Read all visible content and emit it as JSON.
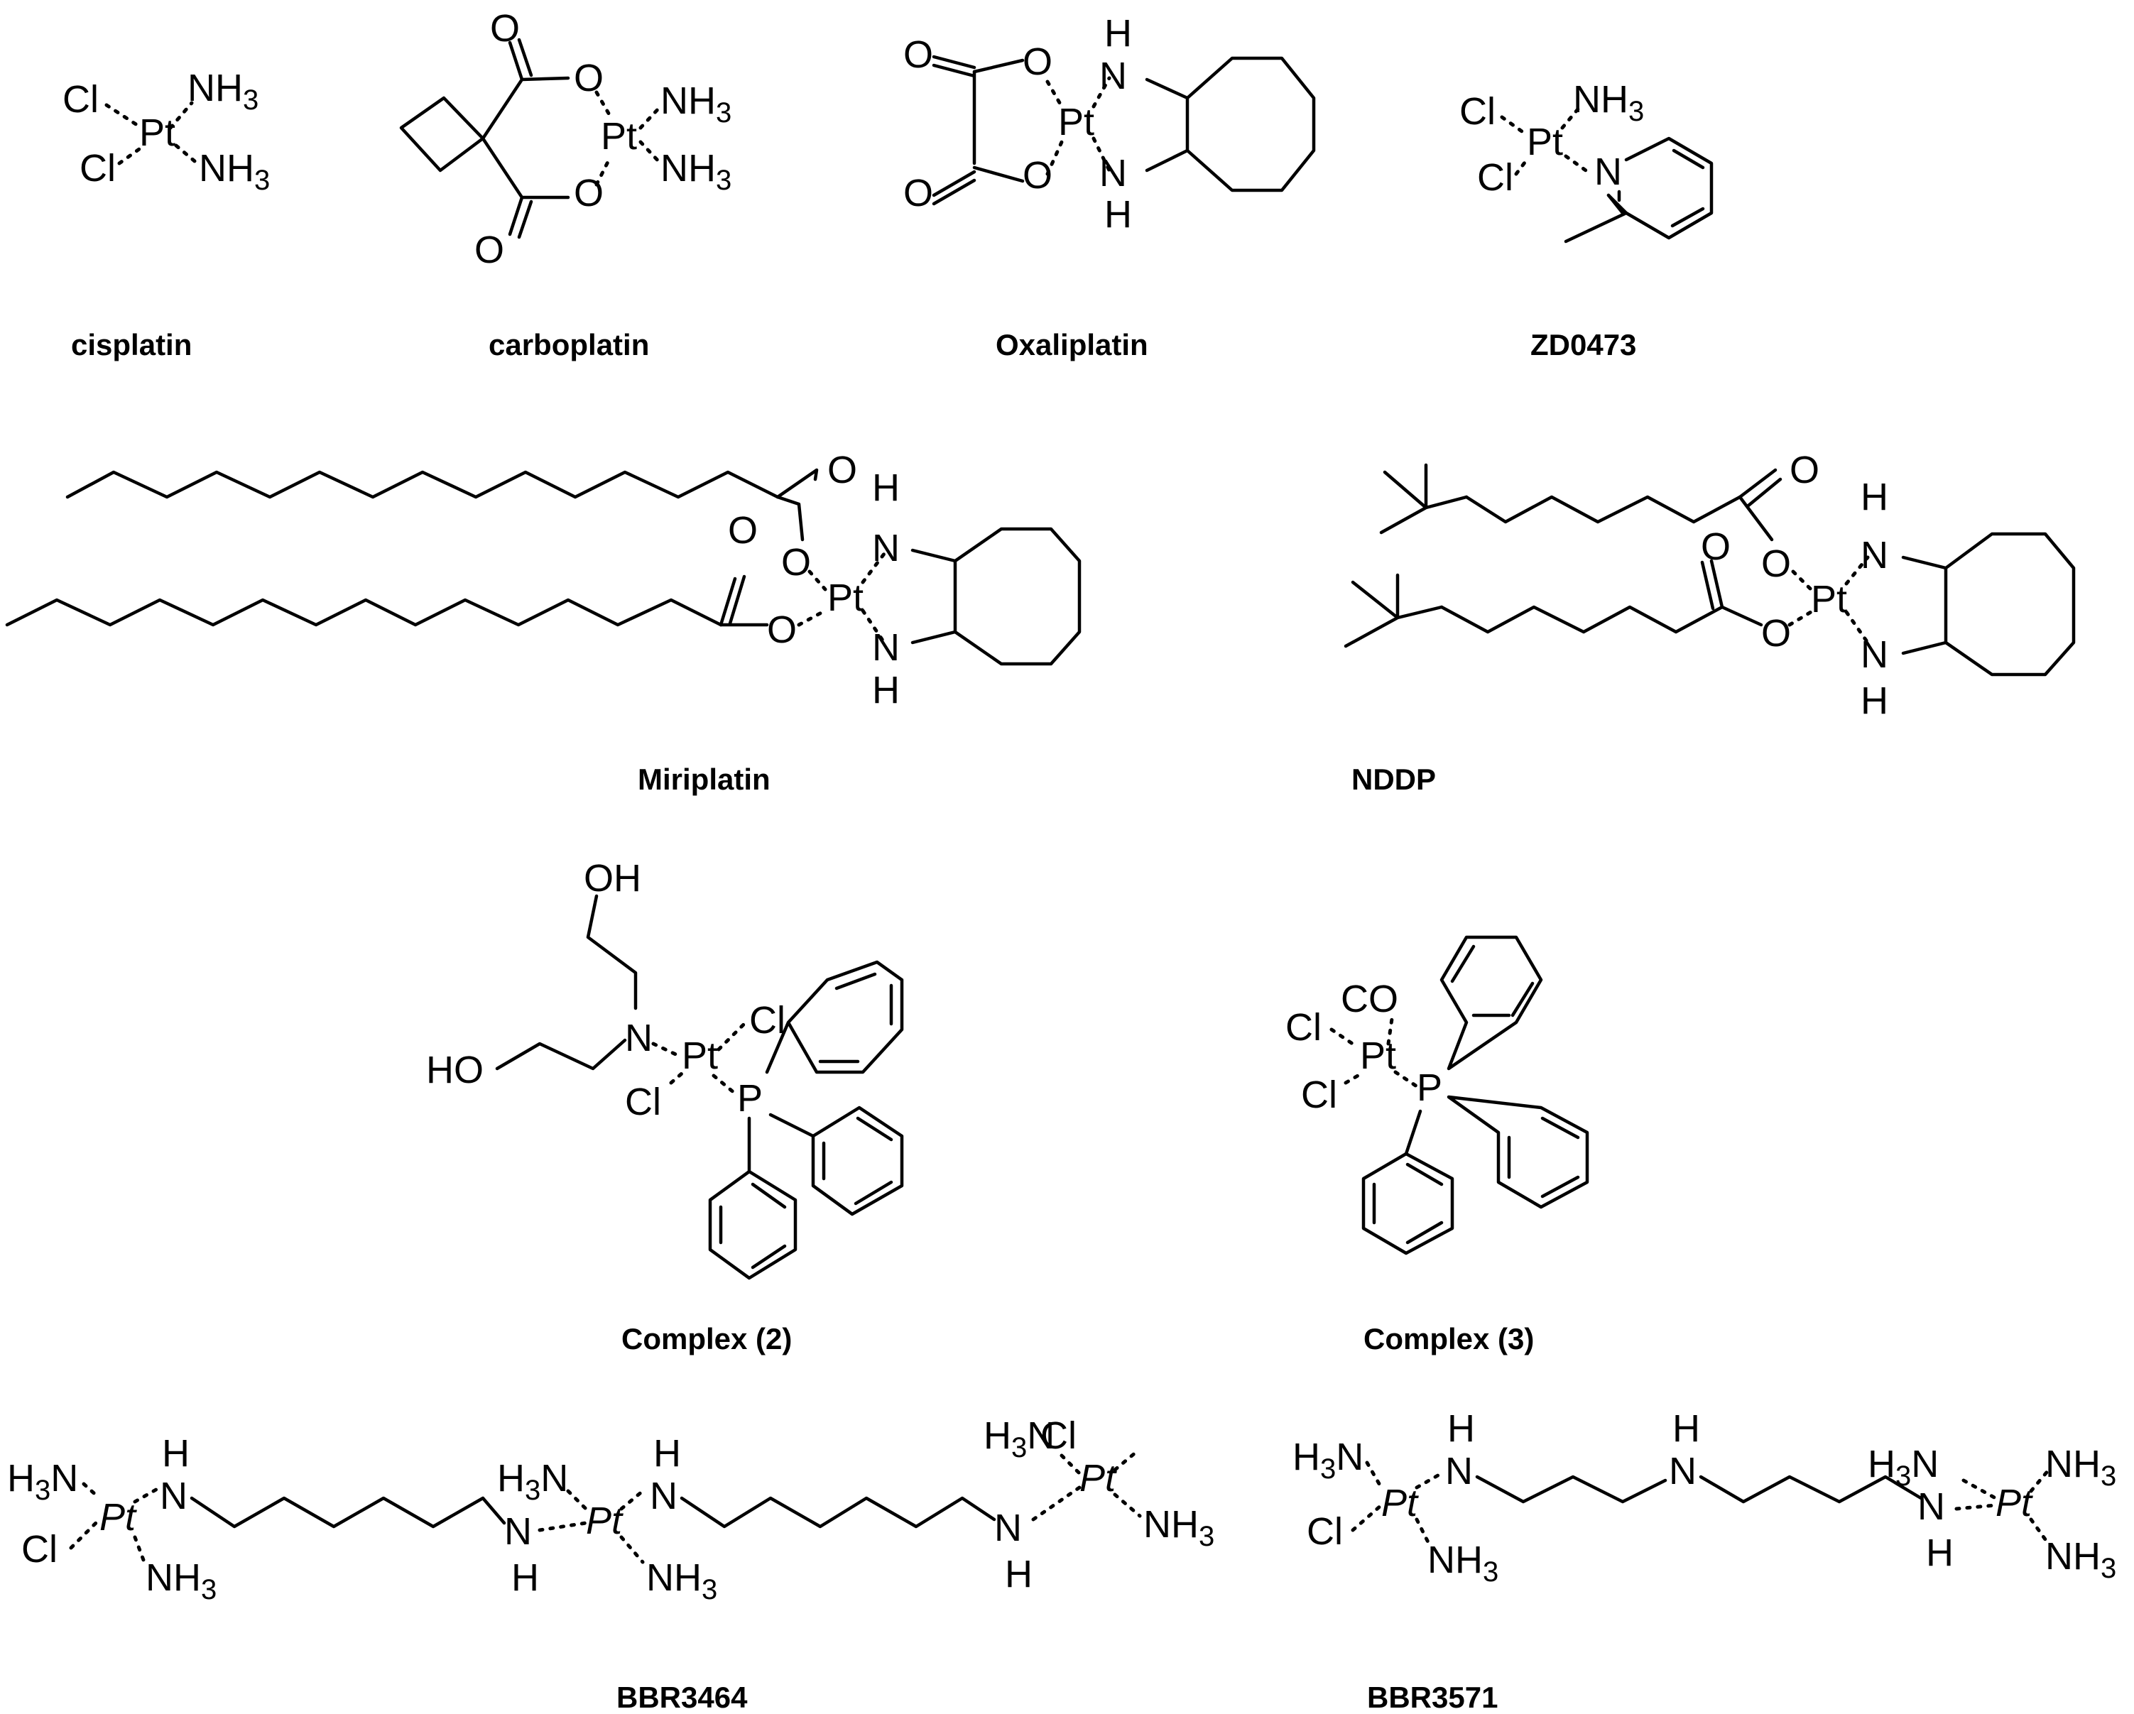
{
  "compounds": [
    {
      "key": "cisplatin",
      "name": "cisplatin"
    },
    {
      "key": "carboplatin",
      "name": "carboplatin"
    },
    {
      "key": "oxaliplatin",
      "name": "Oxaliplatin"
    },
    {
      "key": "zd0473",
      "name": "ZD0473"
    },
    {
      "key": "miriplatin",
      "name": "Miriplatin"
    },
    {
      "key": "nddp",
      "name": "NDDP"
    },
    {
      "key": "complex2",
      "name": "Complex  (2)"
    },
    {
      "key": "complex3",
      "name": "Complex  (3)"
    },
    {
      "key": "bbr3464",
      "name": "BBR3464"
    },
    {
      "key": "bbr3571",
      "name": "BBR3571"
    }
  ],
  "atoms": {
    "pt": "Pt",
    "cl": "Cl",
    "nh3": "NH3",
    "h3n": "H3N",
    "nh": "NH",
    "h": "H",
    "n": "N",
    "o": "O",
    "oh": "OH",
    "ho": "HO",
    "p": "P",
    "co": "CO"
  }
}
